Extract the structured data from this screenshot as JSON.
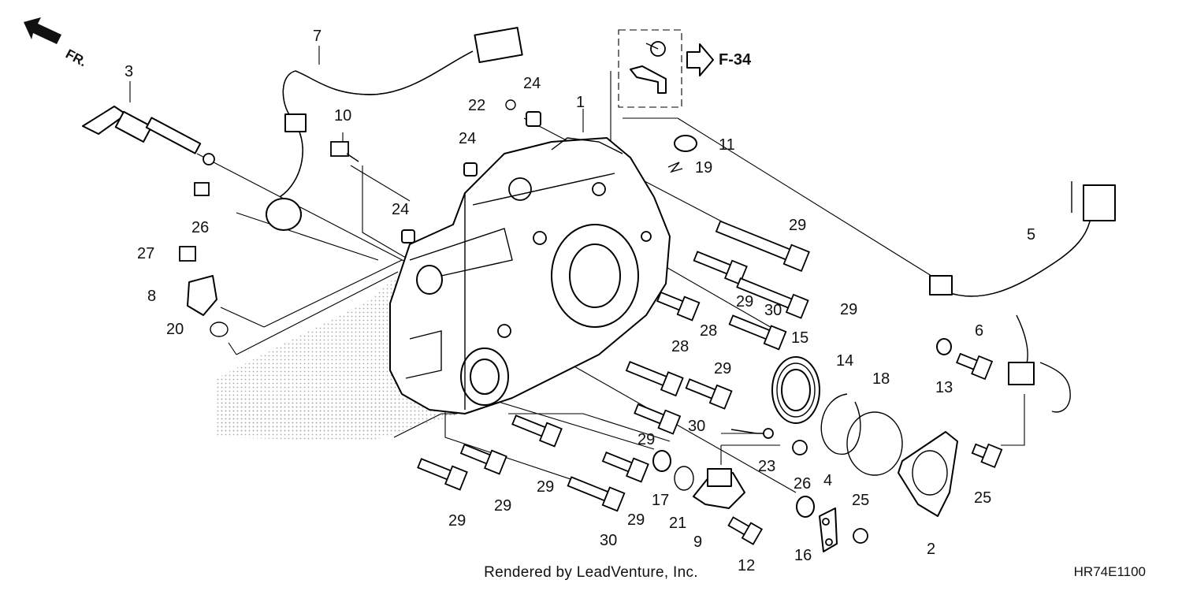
{
  "diagram": {
    "front_label": "FR.",
    "reference_label": "F-34",
    "footer_credit": "Rendered by LeadVenture, Inc.",
    "diagram_code": "HR74E1100",
    "callouts": {
      "c1": "1",
      "c2": "2",
      "c3": "3",
      "c4": "4",
      "c5": "5",
      "c6": "6",
      "c7": "7",
      "c8": "8",
      "c9": "9",
      "c10": "10",
      "c11": "11",
      "c12": "12",
      "c13": "13",
      "c14": "14",
      "c15": "15",
      "c16": "16",
      "c17": "17",
      "c18": "18",
      "c19": "19",
      "c20": "20",
      "c21": "21",
      "c22": "22",
      "c23": "23",
      "c24": "24",
      "c25": "25",
      "c26": "26",
      "c27": "27",
      "c28": "28",
      "c29": "29",
      "c30": "30"
    }
  }
}
